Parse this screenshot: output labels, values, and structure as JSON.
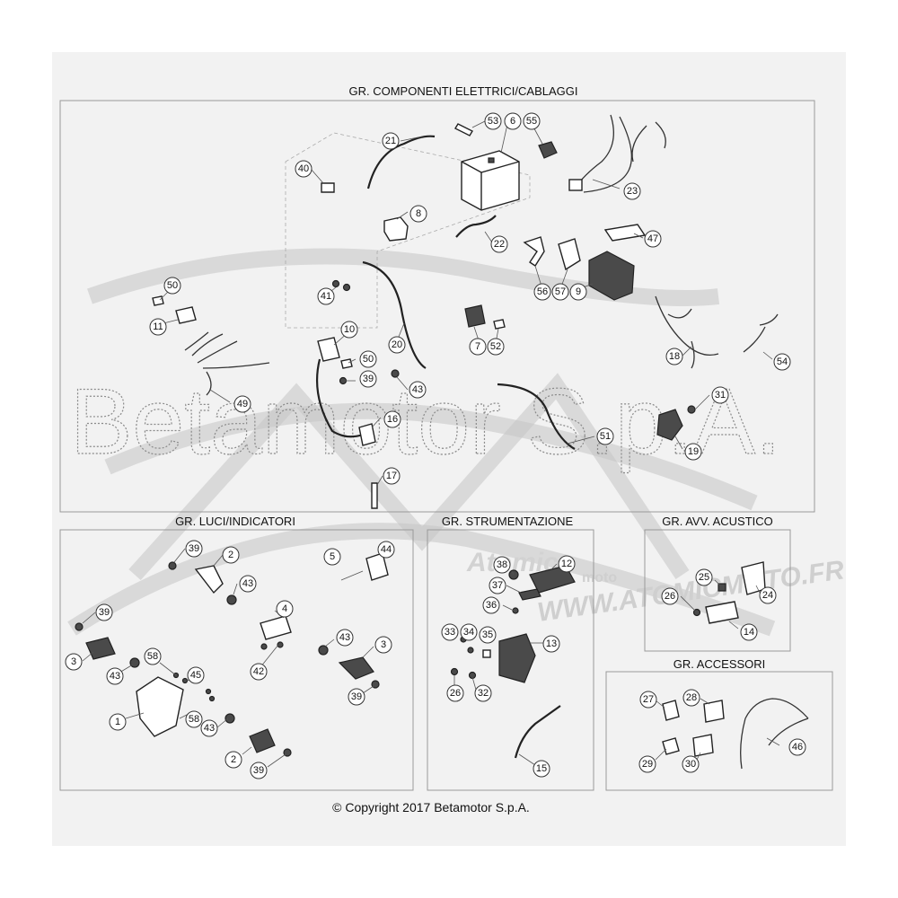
{
  "sections": {
    "electrical": "GR. COMPONENTI ELETTRICI/CABLAGGI",
    "lights": "GR. LUCI/INDICATORI",
    "instruments": "GR. STRUMENTAZIONE",
    "horn": "GR. AVV. ACUSTICO",
    "accessories": "GR. ACCESSORI"
  },
  "watermark": {
    "company": "Betamotor S.p.A.",
    "brand": "Atomic",
    "moto": "moto",
    "url": "WWW.ATOMICMOTO.FR"
  },
  "copyright": "© Copyright 2017 Betamotor S.p.A.",
  "callouts": [
    {
      "id": "c53",
      "label": "53"
    },
    {
      "id": "c6",
      "label": "6"
    },
    {
      "id": "c55",
      "label": "55"
    },
    {
      "id": "c21",
      "label": "21"
    },
    {
      "id": "c40",
      "label": "40"
    },
    {
      "id": "c23",
      "label": "23"
    },
    {
      "id": "c8",
      "label": "8"
    },
    {
      "id": "c22",
      "label": "22"
    },
    {
      "id": "c47",
      "label": "47"
    },
    {
      "id": "c50a",
      "label": "50"
    },
    {
      "id": "c41",
      "label": "41"
    },
    {
      "id": "c56",
      "label": "56"
    },
    {
      "id": "c57",
      "label": "57"
    },
    {
      "id": "c9",
      "label": "9"
    },
    {
      "id": "c11",
      "label": "11"
    },
    {
      "id": "c10",
      "label": "10"
    },
    {
      "id": "c7",
      "label": "7"
    },
    {
      "id": "c52",
      "label": "52"
    },
    {
      "id": "c20",
      "label": "20"
    },
    {
      "id": "c18",
      "label": "18"
    },
    {
      "id": "c54",
      "label": "54"
    },
    {
      "id": "c50b",
      "label": "50"
    },
    {
      "id": "c39a",
      "label": "39"
    },
    {
      "id": "c43a",
      "label": "43"
    },
    {
      "id": "c49",
      "label": "49"
    },
    {
      "id": "c16",
      "label": "16"
    },
    {
      "id": "c31",
      "label": "31"
    },
    {
      "id": "c51",
      "label": "51"
    },
    {
      "id": "c19",
      "label": "19"
    },
    {
      "id": "c17",
      "label": "17"
    },
    {
      "id": "c39b",
      "label": "39"
    },
    {
      "id": "c2a",
      "label": "2"
    },
    {
      "id": "c5",
      "label": "5"
    },
    {
      "id": "c44",
      "label": "44"
    },
    {
      "id": "c43b",
      "label": "43"
    },
    {
      "id": "c4",
      "label": "4"
    },
    {
      "id": "c39c",
      "label": "39"
    },
    {
      "id": "c43c",
      "label": "43"
    },
    {
      "id": "c3a",
      "label": "3"
    },
    {
      "id": "c3b",
      "label": "3"
    },
    {
      "id": "c58a",
      "label": "58"
    },
    {
      "id": "c42",
      "label": "42"
    },
    {
      "id": "c43d",
      "label": "43"
    },
    {
      "id": "c45",
      "label": "45"
    },
    {
      "id": "c39d",
      "label": "39"
    },
    {
      "id": "c1",
      "label": "1"
    },
    {
      "id": "c58b",
      "label": "58"
    },
    {
      "id": "c43e",
      "label": "43"
    },
    {
      "id": "c2b",
      "label": "2"
    },
    {
      "id": "c39e",
      "label": "39"
    },
    {
      "id": "c38",
      "label": "38"
    },
    {
      "id": "c12",
      "label": "12"
    },
    {
      "id": "c37",
      "label": "37"
    },
    {
      "id": "c36",
      "label": "36"
    },
    {
      "id": "c33",
      "label": "33"
    },
    {
      "id": "c34",
      "label": "34"
    },
    {
      "id": "c35",
      "label": "35"
    },
    {
      "id": "c13",
      "label": "13"
    },
    {
      "id": "c26a",
      "label": "26"
    },
    {
      "id": "c32",
      "label": "32"
    },
    {
      "id": "c15",
      "label": "15"
    },
    {
      "id": "c25",
      "label": "25"
    },
    {
      "id": "c26b",
      "label": "26"
    },
    {
      "id": "c24",
      "label": "24"
    },
    {
      "id": "c14",
      "label": "14"
    },
    {
      "id": "c27",
      "label": "27"
    },
    {
      "id": "c28",
      "label": "28"
    },
    {
      "id": "c46",
      "label": "46"
    },
    {
      "id": "c29",
      "label": "29"
    },
    {
      "id": "c30",
      "label": "30"
    }
  ]
}
